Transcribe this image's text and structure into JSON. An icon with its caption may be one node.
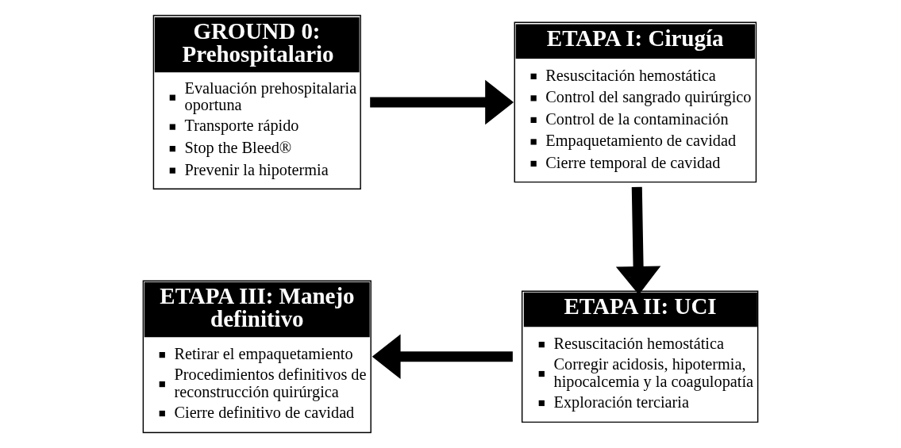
{
  "diagram": {
    "nodes": [
      {
        "text": [
          "GROUND 0: Prehospitalario",
          "Evaluación prehospitalaria oportuna",
          "Transporte rápido",
          "Stop the Bleed®",
          "Prevenir la hipotermia"
        ]
      },
      {
        "text": [
          "ETAPA I: Cirugía",
          "Resuscitación hemostática",
          "Control del sangrado quirúrgico",
          "Control de la contaminación",
          "Empaquetamiento de cavidad",
          "Cierre temporal de cavidad"
        ]
      },
      {
        "text": [
          "ETAPA III: Manejo definitivo",
          "Retirar el empaquetamiento",
          "Procedimientos definitivos de reconstrucción quirúrgica",
          "Cierre definitivo de cavidad"
        ]
      },
      {
        "text": [
          "ETAPA II: UCI",
          "Resuscitación hemostática",
          "Corregir acidosis, hipotermia, hipocalcemia y la coagulopatía",
          "Exploración terciaria"
        ]
      }
    ],
    "edges": [
      {
        "from": 0,
        "to": 1,
        "arrow": "to"
      },
      {
        "from": 1,
        "to": 3,
        "arrow": "to"
      },
      {
        "from": 3,
        "to": 2,
        "arrow": "to"
      }
    ]
  }
}
